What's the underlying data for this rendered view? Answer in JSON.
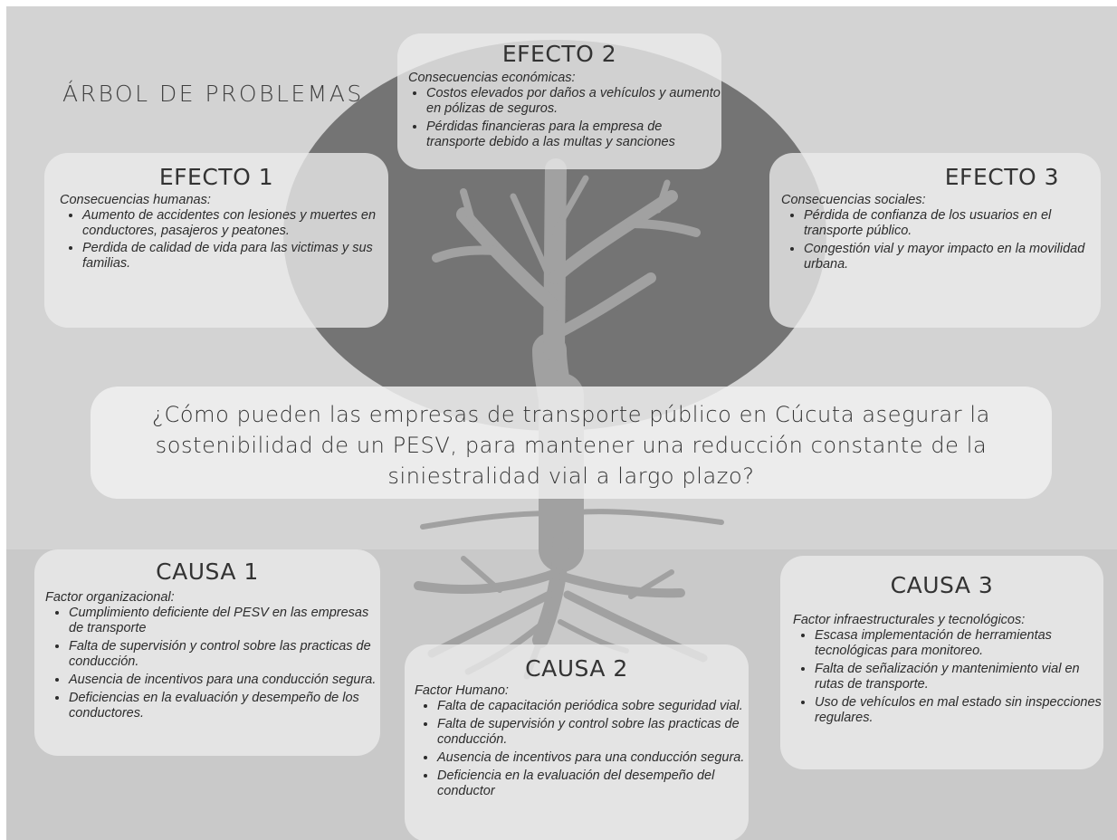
{
  "title": "ÁRBOL DE PROBLEMAS",
  "colors": {
    "canopy": "#747474",
    "trunk": "#a1a1a1",
    "bg_top": "#d3d3d3",
    "bg_bottom": "#c9c9c9"
  },
  "efecto1": {
    "heading": "EFECTO 1",
    "subtitle": "Consecuencias humanas:",
    "items": [
      "Aumento de accidentes con lesiones y muertes en conductores, pasajeros y peatones.",
      "Perdida de calidad de vida para las victimas y sus familias."
    ]
  },
  "efecto2": {
    "heading": "EFECTO 2",
    "subtitle": "Consecuencias económicas:",
    "items": [
      "Costos elevados por daños a vehículos y aumento en pólizas de seguros.",
      "Pérdidas financieras para la empresa de transporte debido a las multas y sanciones"
    ]
  },
  "efecto3": {
    "heading": "EFECTO 3",
    "subtitle": "Consecuencias sociales:",
    "items": [
      "Pérdida de confianza de los usuarios en el transporte público.",
      "Congestión vial y mayor impacto en la movilidad urbana."
    ]
  },
  "question": {
    "line1": "¿Cómo pueden las empresas de transporte público en Cúcuta asegurar la",
    "line2": "sostenibilidad de un PESV, para mantener una reducción constante de la",
    "line3": "siniestralidad vial a largo plazo?"
  },
  "causa1": {
    "heading": "CAUSA 1",
    "subtitle": "Factor organizacional:",
    "items": [
      "Cumplimiento deficiente del PESV en las empresas de transporte",
      "Falta de supervisión y control sobre las practicas de conducción.",
      "Ausencia de incentivos para una conducción segura.",
      "Deficiencias en la evaluación y desempeño de los conductores."
    ]
  },
  "causa2": {
    "heading": "CAUSA 2",
    "subtitle": "Factor Humano:",
    "items": [
      "Falta de capacitación periódica sobre seguridad vial.",
      "Falta de supervisión y control sobre las practicas de conducción.",
      "Ausencia de incentivos para una conducción segura.",
      "Deficiencia en la evaluación del desempeño del conductor"
    ]
  },
  "causa3": {
    "heading": "CAUSA 3",
    "subtitle": "Factor infraestructurales y tecnológicos:",
    "items": [
      "Escasa implementación de herramientas tecnológicas para monitoreo.",
      "Falta de señalización y mantenimiento vial en rutas de transporte.",
      "Uso de vehículos en mal estado sin inspecciones regulares."
    ]
  }
}
